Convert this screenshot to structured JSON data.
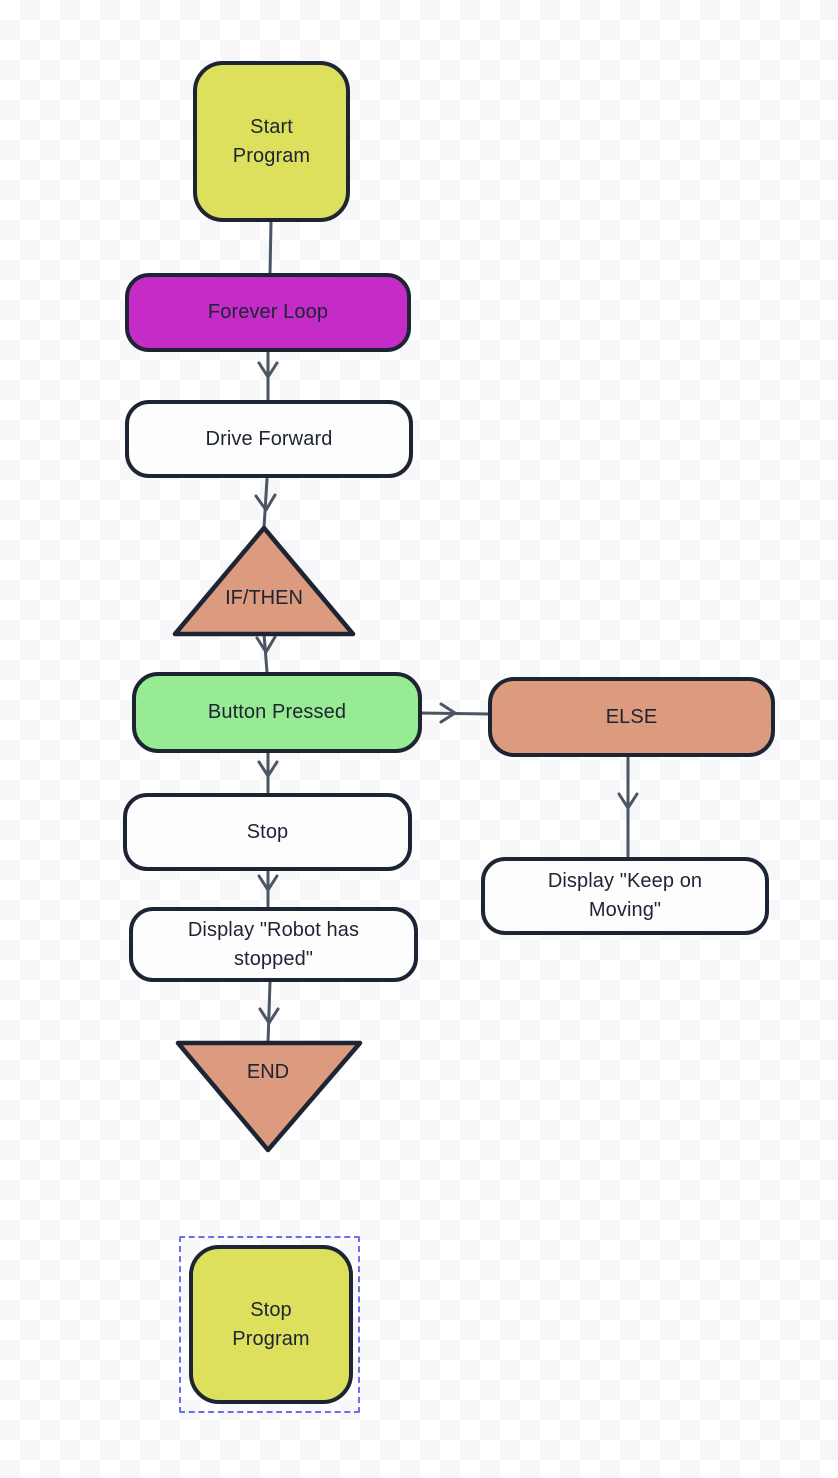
{
  "colors": {
    "yellow": "#dde05d",
    "magenta": "#c52cc7",
    "green": "#97eb92",
    "salmon": "#dc9a7e",
    "node_white": "#fdfdfd",
    "node_border": "#1d2433",
    "text": "#1d2433",
    "arrow": "#4b5563",
    "selection": "#6a6ee8",
    "checker_a": "#ffffff",
    "checker_b": "#f7f7f9"
  },
  "nodes": {
    "start_program": {
      "label": "Start Program",
      "lines": [
        "Start",
        "Program"
      ],
      "shape": "rounded-square",
      "fill": "yellow",
      "selected": false
    },
    "forever_loop": {
      "label": "Forever Loop",
      "lines": [
        "Forever Loop"
      ],
      "shape": "rounded-rect",
      "fill": "magenta",
      "selected": false
    },
    "drive_forward": {
      "label": "Drive Forward",
      "lines": [
        "Drive Forward"
      ],
      "shape": "rounded-rect",
      "fill": "white",
      "selected": false
    },
    "if_then": {
      "label": "IF/THEN",
      "lines": [
        "IF/THEN"
      ],
      "shape": "triangle-up",
      "fill": "salmon",
      "selected": false
    },
    "button_pressed": {
      "label": "Button Pressed",
      "lines": [
        "Button Pressed"
      ],
      "shape": "rounded-rect",
      "fill": "green",
      "selected": false
    },
    "else": {
      "label": "ELSE",
      "lines": [
        "ELSE"
      ],
      "shape": "rounded-rect",
      "fill": "salmon",
      "selected": false
    },
    "stop": {
      "label": "Stop",
      "lines": [
        "Stop"
      ],
      "shape": "rounded-rect",
      "fill": "white",
      "selected": false
    },
    "display_robot_stopped": {
      "label": "Display \"Robot has stopped\"",
      "lines": [
        "Display \"Robot has",
        "stopped\""
      ],
      "shape": "rounded-rect",
      "fill": "white",
      "selected": false
    },
    "display_keep_moving": {
      "label": "Display \"Keep on Moving\"",
      "lines": [
        "Display \"Keep on",
        "Moving\""
      ],
      "shape": "rounded-rect",
      "fill": "white",
      "selected": false
    },
    "end": {
      "label": "END",
      "lines": [
        "END"
      ],
      "shape": "triangle-down",
      "fill": "salmon",
      "selected": false
    },
    "stop_program": {
      "label": "Stop Program",
      "lines": [
        "Stop",
        "Program"
      ],
      "shape": "rounded-square",
      "fill": "yellow",
      "selected": true
    }
  },
  "connectors": [
    {
      "from": "start_program",
      "to": "forever_loop",
      "direction": "down",
      "arrowhead": false
    },
    {
      "from": "forever_loop",
      "to": "drive_forward",
      "direction": "down",
      "arrowhead": true
    },
    {
      "from": "drive_forward",
      "to": "if_then",
      "direction": "down",
      "arrowhead": true
    },
    {
      "from": "if_then",
      "to": "button_pressed",
      "direction": "down",
      "arrowhead": true
    },
    {
      "from": "button_pressed",
      "to": "else",
      "direction": "right",
      "arrowhead": true
    },
    {
      "from": "button_pressed",
      "to": "stop",
      "direction": "down",
      "arrowhead": true
    },
    {
      "from": "else",
      "to": "display_keep_moving",
      "direction": "down",
      "arrowhead": true
    },
    {
      "from": "stop",
      "to": "display_robot_stopped",
      "direction": "down",
      "arrowhead": true
    },
    {
      "from": "display_robot_stopped",
      "to": "end",
      "direction": "down",
      "arrowhead": true
    }
  ]
}
